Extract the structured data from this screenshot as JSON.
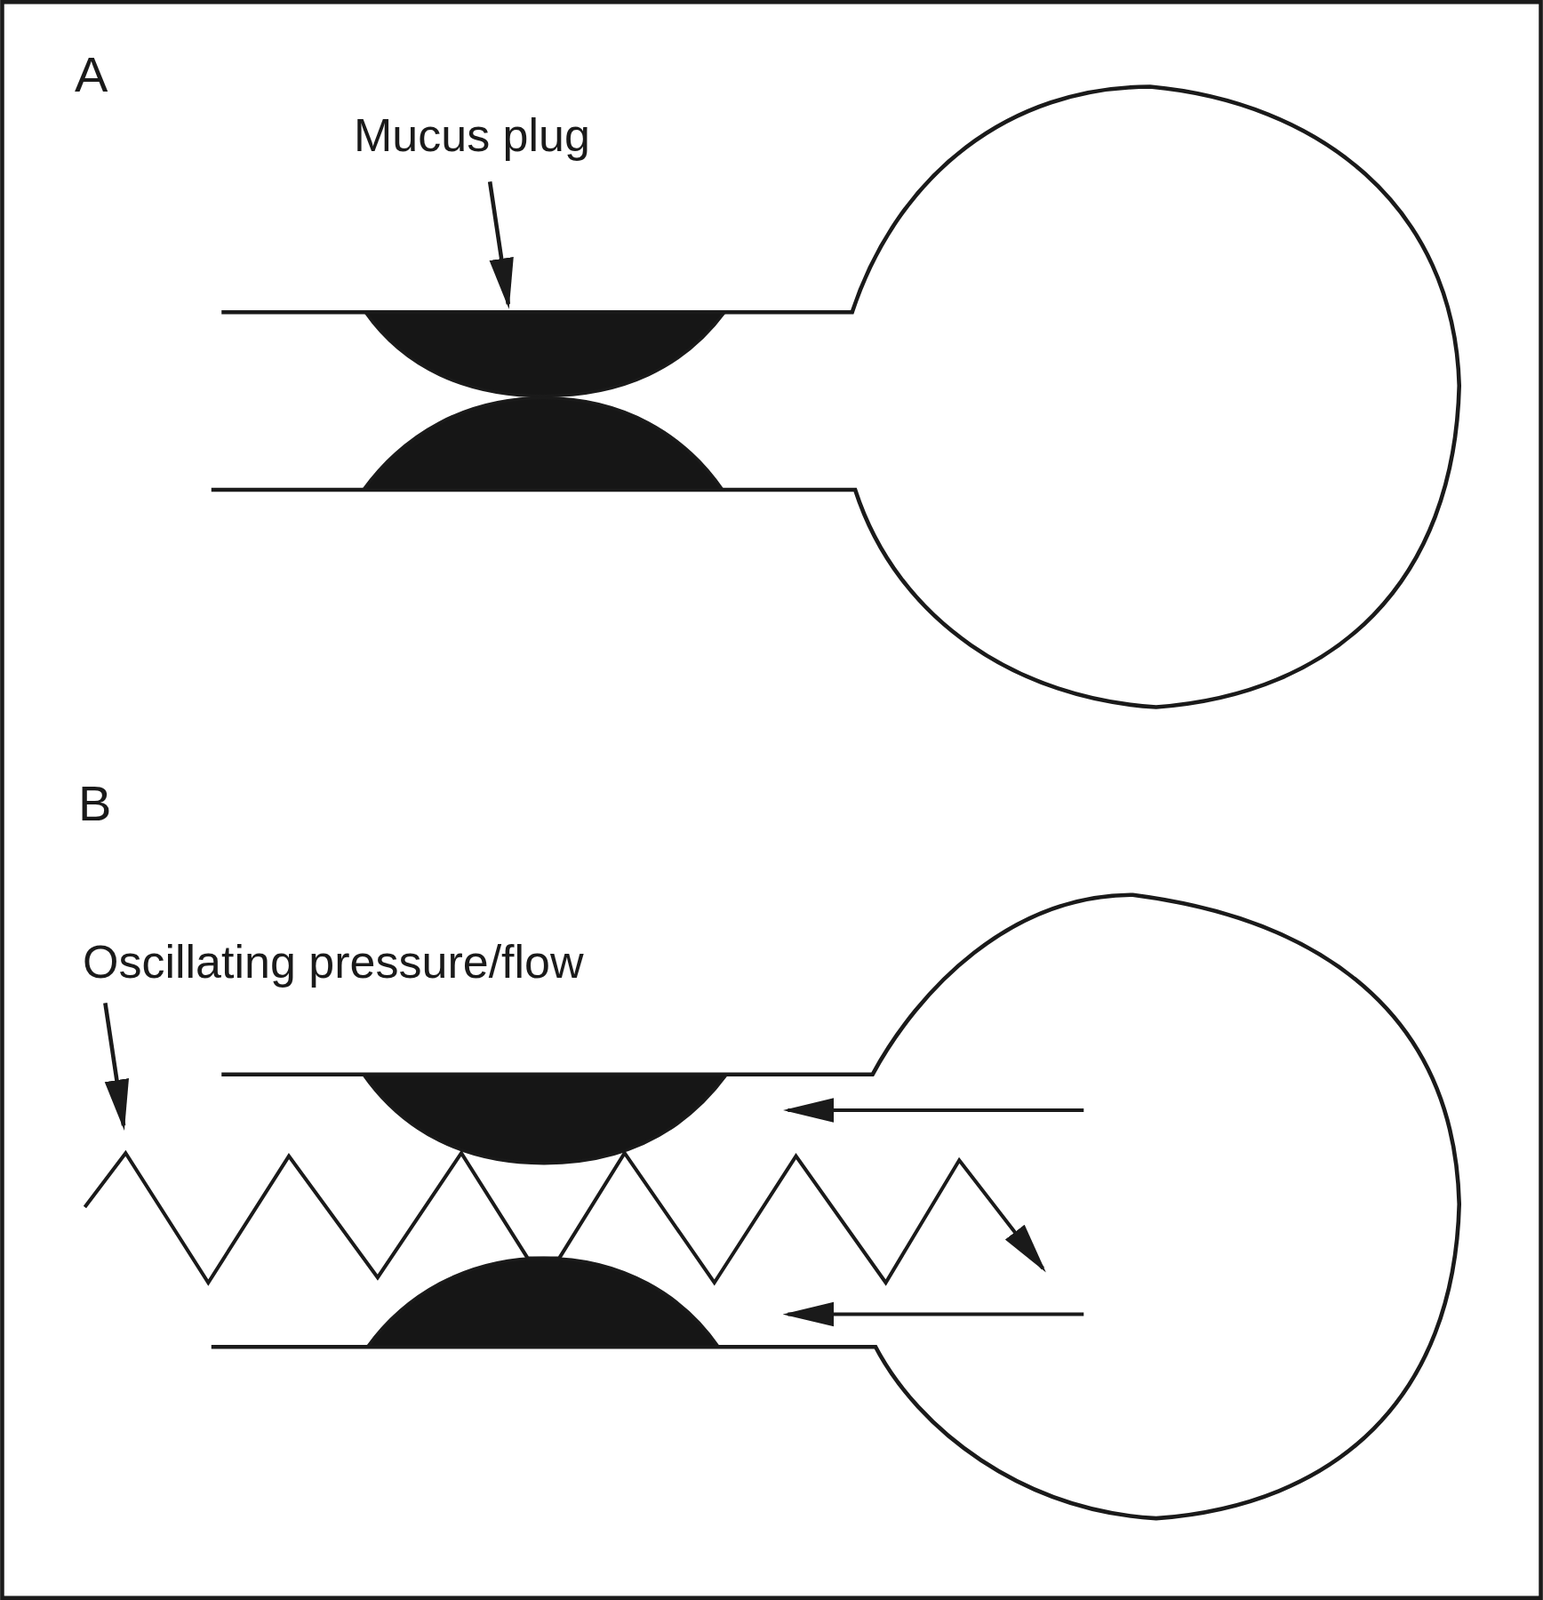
{
  "diagram": {
    "labels": [
      "A",
      "Mucus plug",
      "B",
      "Oscillating pressure/flow"
    ]
  }
}
